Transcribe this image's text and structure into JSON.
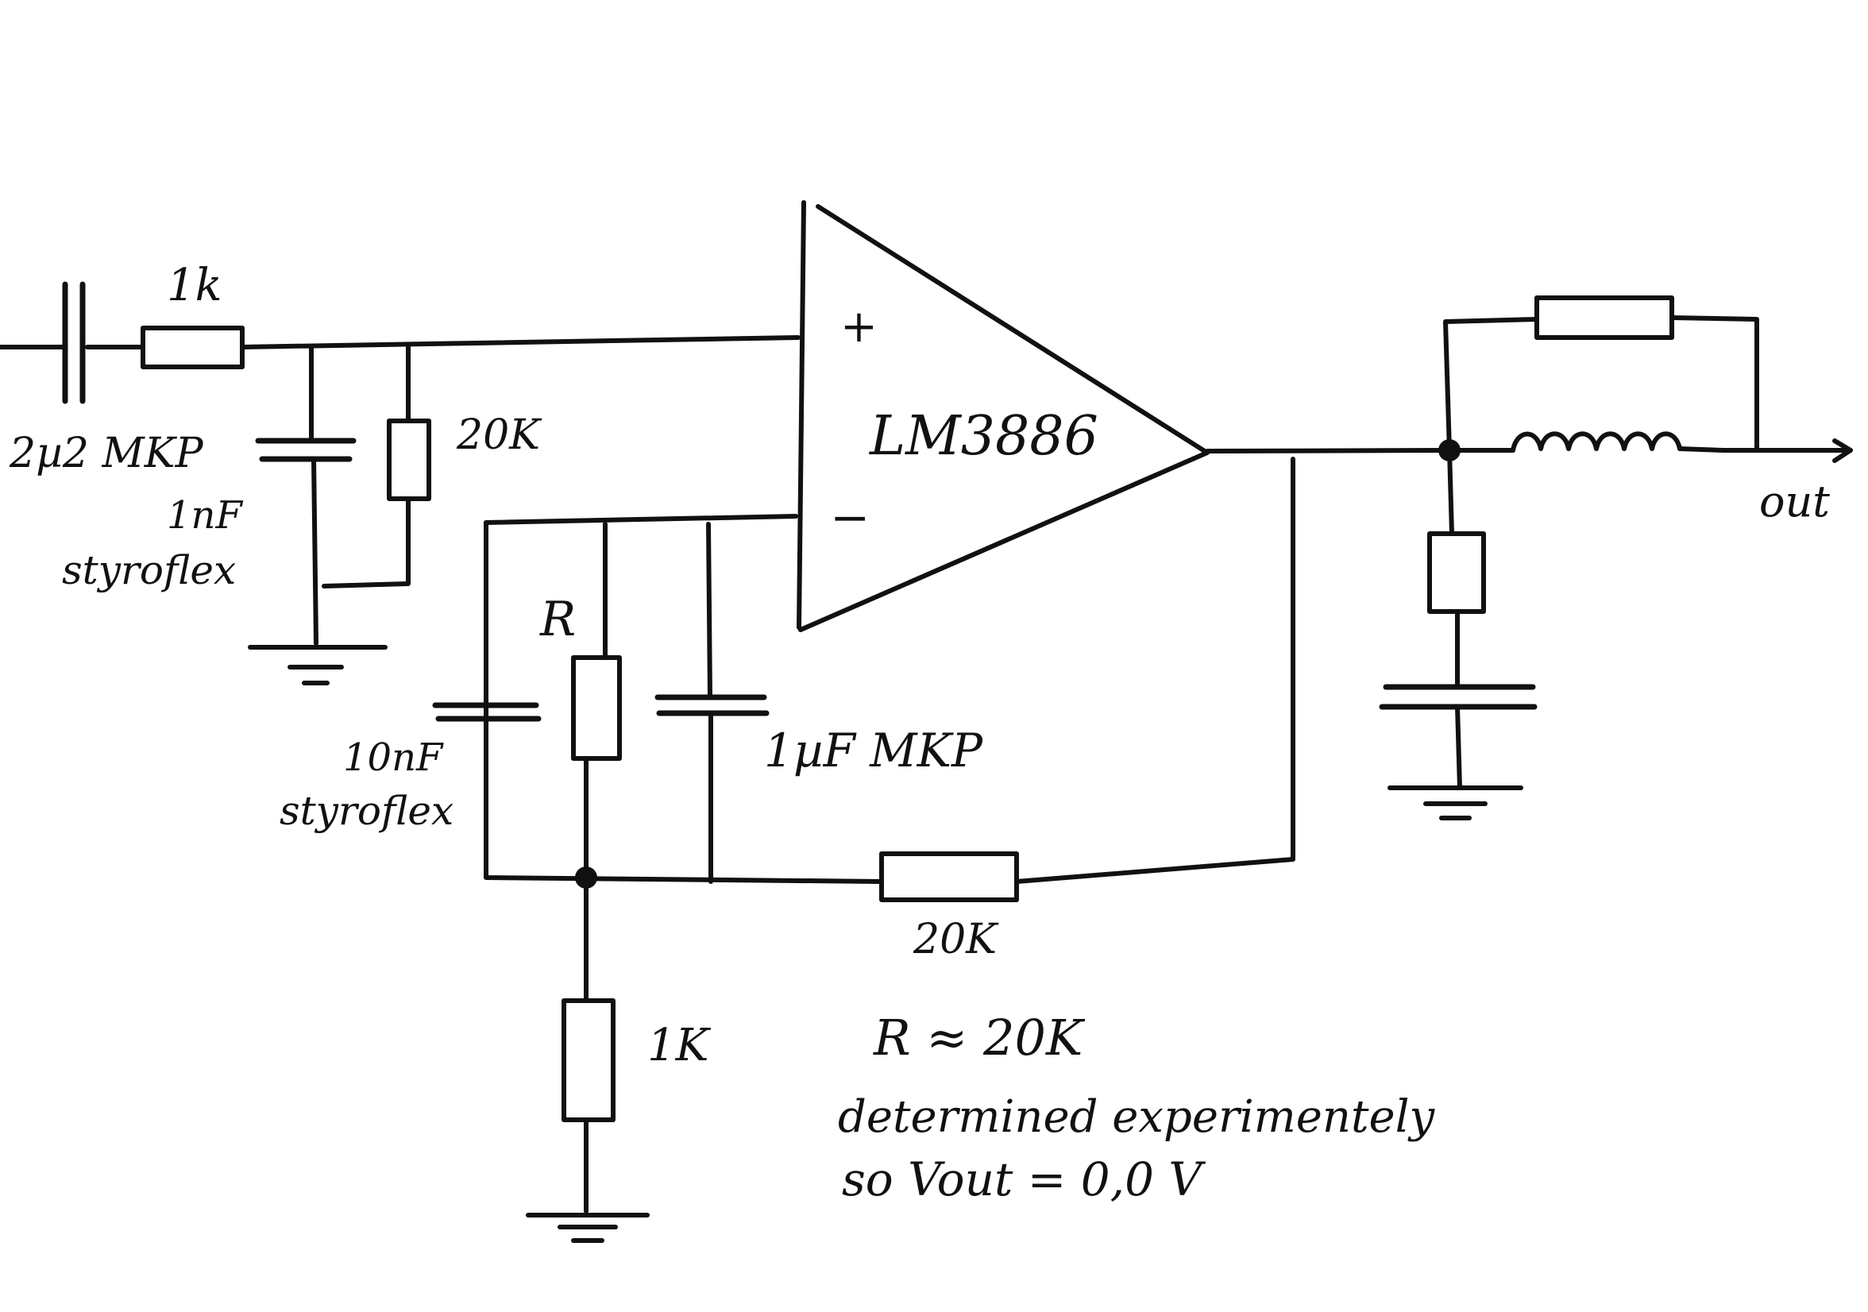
{
  "opamp": {
    "label": "LM3886",
    "plus": "+",
    "minus": "−"
  },
  "labels": {
    "input_cap": "2µ2 MKP",
    "input_res": "1k",
    "filter_cap": "1nF",
    "filter_cap_type": "styroflex",
    "bias_res": "20K",
    "r_var": "R",
    "cap_10n": "10nF",
    "cap_10n_type": "styroflex",
    "cap_1u": "1µF MKP",
    "feedback_res": "20K",
    "ground_res": "1K",
    "output": "out"
  },
  "notes": [
    "R ≈ 20K",
    "determined experimentely",
    "so   Vout = 0,0  V"
  ]
}
